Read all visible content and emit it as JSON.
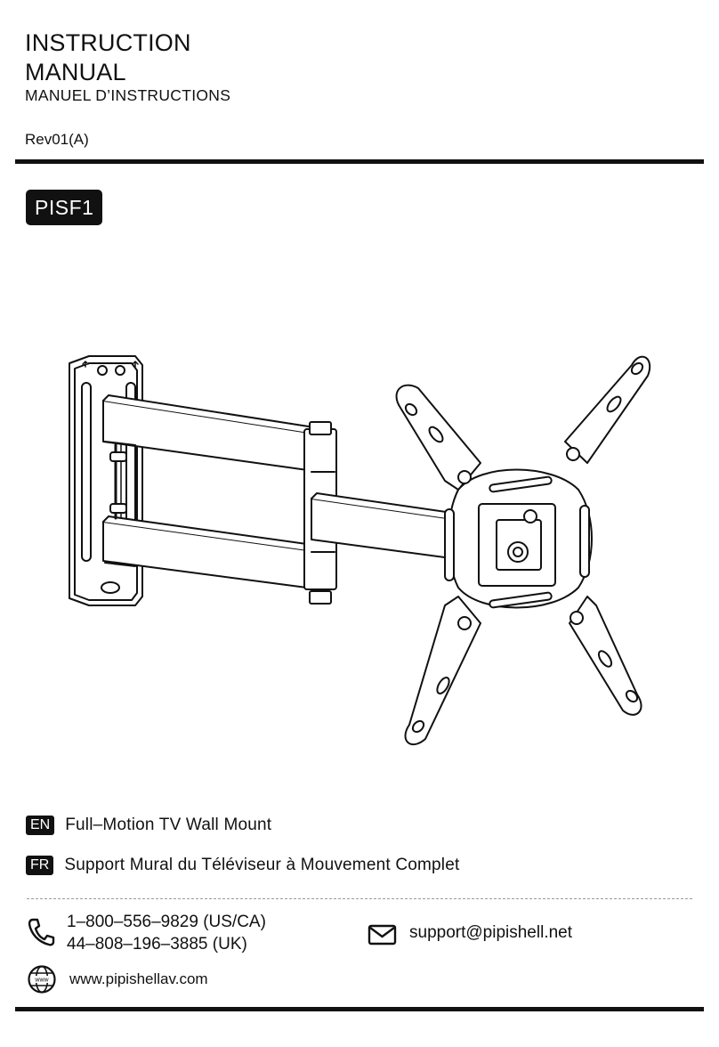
{
  "header": {
    "title_line1": "INSTRUCTION",
    "title_line2": "MANUAL",
    "subtitle": "MANUEL D’INSTRUCTIONS",
    "revision": "Rev01(A)"
  },
  "model": "PISF1",
  "illustration": {
    "subject": "Full-motion articulating wall mount",
    "icon": "tv-wall-mount-drawing"
  },
  "descriptions": [
    {
      "lang": "EN",
      "text": "Full–Motion TV Wall Mount"
    },
    {
      "lang": "FR",
      "text": "Support Mural du Téléviseur à Mouvement Complet"
    }
  ],
  "contact": {
    "phones": [
      "1–800–556–9829 (US/CA)",
      "44–808–196–3885 (UK)"
    ],
    "email": "support@pipishell.net",
    "website": "www.pipishellav.com",
    "globe_label": "www",
    "icons": {
      "phone": "phone-icon",
      "email": "envelope-icon",
      "web": "globe-icon"
    }
  },
  "colors": {
    "ink": "#111111",
    "paper": "#ffffff",
    "dash": "#9a9a9a"
  }
}
